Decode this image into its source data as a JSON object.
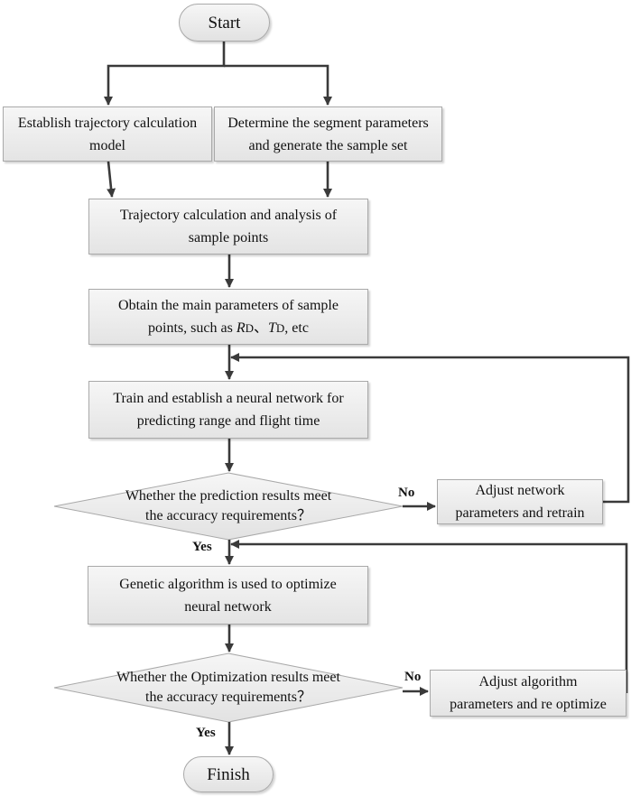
{
  "nodes": {
    "start": "Start",
    "establish_model": "Establish trajectory calculation\nmodel",
    "determine_params": "Determine the segment parameters\nand generate the sample set",
    "trajectory_analysis": "Trajectory calculation and analysis of\nsample points",
    "obtain_params": {
      "line1": "Obtain the main parameters of sample",
      "line2_pre": "points, such as ",
      "rd_var": "R",
      "rd_sub": "D",
      "sep": "、",
      "td_var": "T",
      "td_sub": "D",
      "line2_post": ", etc"
    },
    "train_network": "Train and establish a neural network for\npredicting range and flight time",
    "decision_prediction": "Whether the  prediction results meet\nthe accuracy requirements？",
    "adjust_network": "Adjust network\nparameters and retrain",
    "genetic_algorithm": "Genetic algorithm is used to optimize\nneural network",
    "decision_optimization": "Whether the  Optimization results meet\nthe accuracy requirements？",
    "adjust_algorithm": "Adjust algorithm\nparameters and re optimize",
    "finish": "Finish"
  },
  "labels": {
    "no_1": "No",
    "yes_1": "Yes",
    "no_2": "No",
    "yes_2": "Yes"
  }
}
